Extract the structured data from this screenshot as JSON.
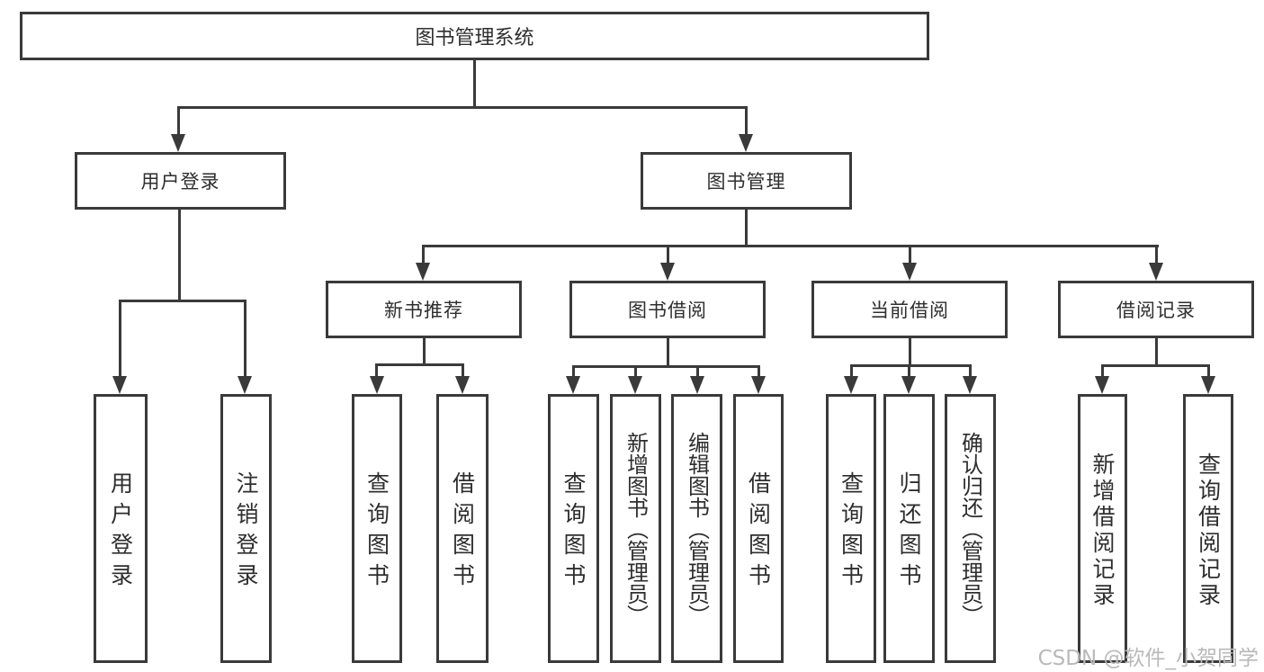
{
  "tree": {
    "root": {
      "label": "图书管理系统"
    },
    "branches": [
      {
        "label": "用户登录",
        "children": [
          {
            "label": "用户登录"
          },
          {
            "label": "注销登录"
          }
        ]
      },
      {
        "label": "图书管理",
        "children": [
          {
            "label": "新书推荐",
            "children": [
              {
                "label": "查询图书"
              },
              {
                "label": "借阅图书"
              }
            ]
          },
          {
            "label": "图书借阅",
            "children": [
              {
                "label": "查询图书"
              },
              {
                "label": "新增图书（管理员）"
              },
              {
                "label": "编辑图书（管理员）"
              },
              {
                "label": "借阅图书"
              }
            ]
          },
          {
            "label": "当前借阅",
            "children": [
              {
                "label": "查询图书"
              },
              {
                "label": "归还图书"
              },
              {
                "label": "确认归还（管理员）"
              }
            ]
          },
          {
            "label": "借阅记录",
            "children": [
              {
                "label": "新增借阅记录"
              },
              {
                "label": "查询借阅记录"
              }
            ]
          }
        ]
      }
    ]
  },
  "watermark": {
    "text": "CSDN @软件_小贺同学"
  },
  "colors": {
    "line": "#3a3a3a",
    "box_border": "#3a3a3a",
    "text": "#2e2e2e",
    "watermark": "#b9b9b9",
    "background": "#ffffff"
  }
}
